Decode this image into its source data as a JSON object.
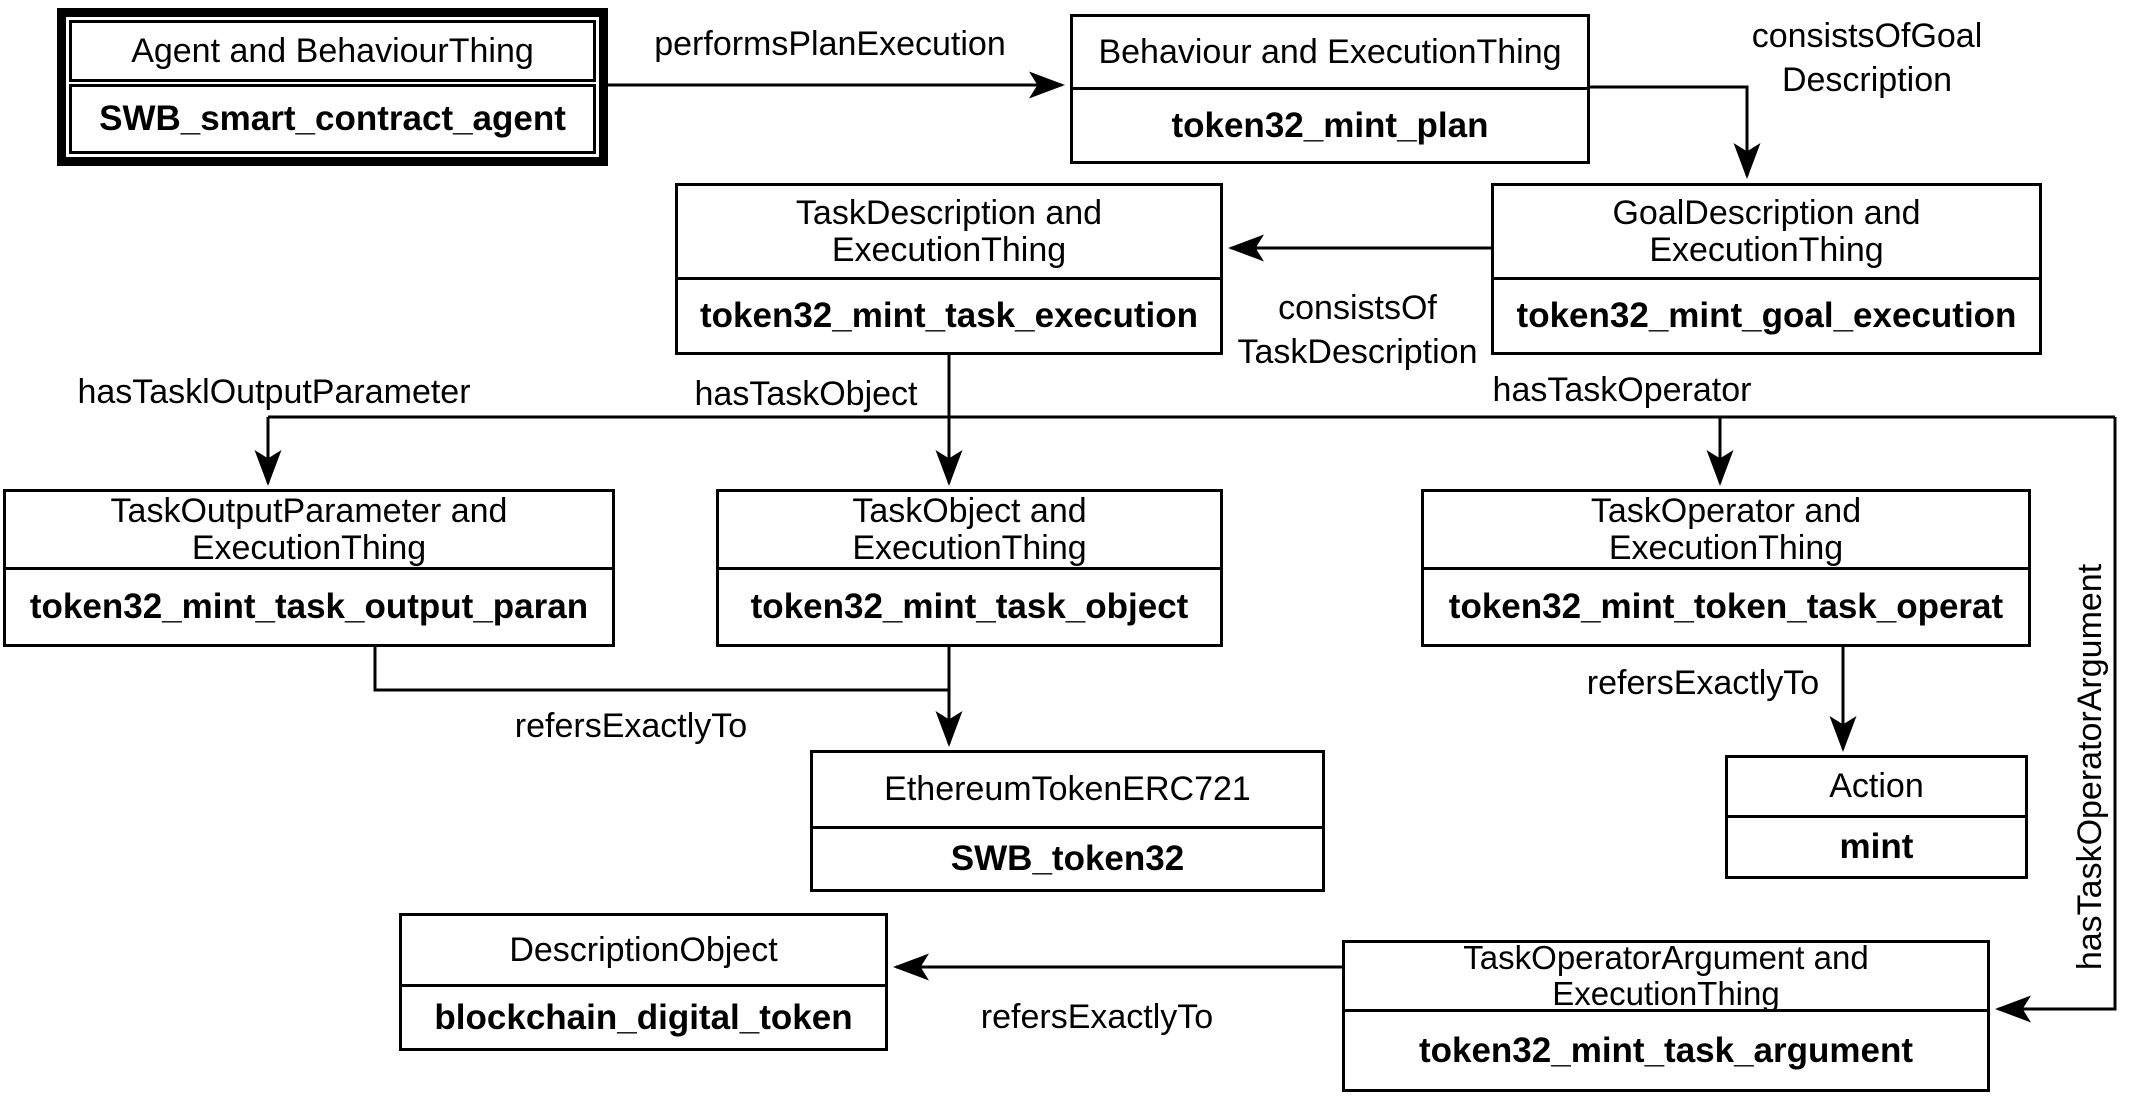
{
  "diagram": {
    "type": "ontology-instance-graph",
    "colors": {
      "background": "#ffffff",
      "line": "#000000",
      "box_border": "#000000",
      "text": "#000000"
    },
    "nodes": [
      {
        "id": "agent",
        "title": "Agent and BehaviourThing",
        "value": "SWB_smart_contract_agent",
        "emphasized": true
      },
      {
        "id": "behaviour",
        "title": "Behaviour and ExecutionThing",
        "value": "token32_mint_plan"
      },
      {
        "id": "task_description",
        "title": "TaskDescription and ExecutionThing",
        "value": "token32_mint_task_execution"
      },
      {
        "id": "goal_description",
        "title": "GoalDescription and ExecutionThing",
        "value": "token32_mint_goal_execution"
      },
      {
        "id": "task_output_parameter",
        "title": "TaskOutputParameter and ExecutionThing",
        "value": "token32_mint_task_output_paran"
      },
      {
        "id": "task_object",
        "title": "TaskObject and ExecutionThing",
        "value": "token32_mint_task_object"
      },
      {
        "id": "task_operator",
        "title": "TaskOperator and ExecutionThing",
        "value": "token32_mint_token_task_operat"
      },
      {
        "id": "ethereum_token",
        "title": "EthereumTokenERC721",
        "value": "SWB_token32"
      },
      {
        "id": "action",
        "title": "Action",
        "value": "mint"
      },
      {
        "id": "description_object",
        "title": "DescriptionObject",
        "value": "blockchain_digital_token"
      },
      {
        "id": "task_operator_argument",
        "title": "TaskOperatorArgument and ExecutionThing",
        "value": "token32_mint_task_argument"
      }
    ],
    "edges": [
      {
        "label": "performsPlanExecution",
        "from": "agent",
        "to": "behaviour"
      },
      {
        "label": "consistsOfGoal Description",
        "label_line1": "consistsOfGoal",
        "label_line2": "Description",
        "from": "behaviour",
        "to": "goal_description"
      },
      {
        "label": "consistsOf TaskDescription",
        "label_line1": "consistsOf",
        "label_line2": "TaskDescription",
        "from": "goal_description",
        "to": "task_description"
      },
      {
        "label": "hasTasklOutputParameter",
        "from": "task_description",
        "to": "task_output_parameter"
      },
      {
        "label": "hasTaskObject",
        "from": "task_description",
        "to": "task_object"
      },
      {
        "label": "hasTaskOperator",
        "from": "task_description",
        "to": "task_operator"
      },
      {
        "label": "refersExactlyTo",
        "from": [
          "task_output_parameter",
          "task_object"
        ],
        "to": "ethereum_token"
      },
      {
        "label": "refersExactlyTo",
        "from": "task_operator",
        "to": "action"
      },
      {
        "label": "hasTaskOperatorArgument",
        "from": "task_description",
        "to": "task_operator_argument"
      },
      {
        "label": "refersExactlyTo",
        "from": "task_operator_argument",
        "to": "description_object"
      }
    ]
  }
}
